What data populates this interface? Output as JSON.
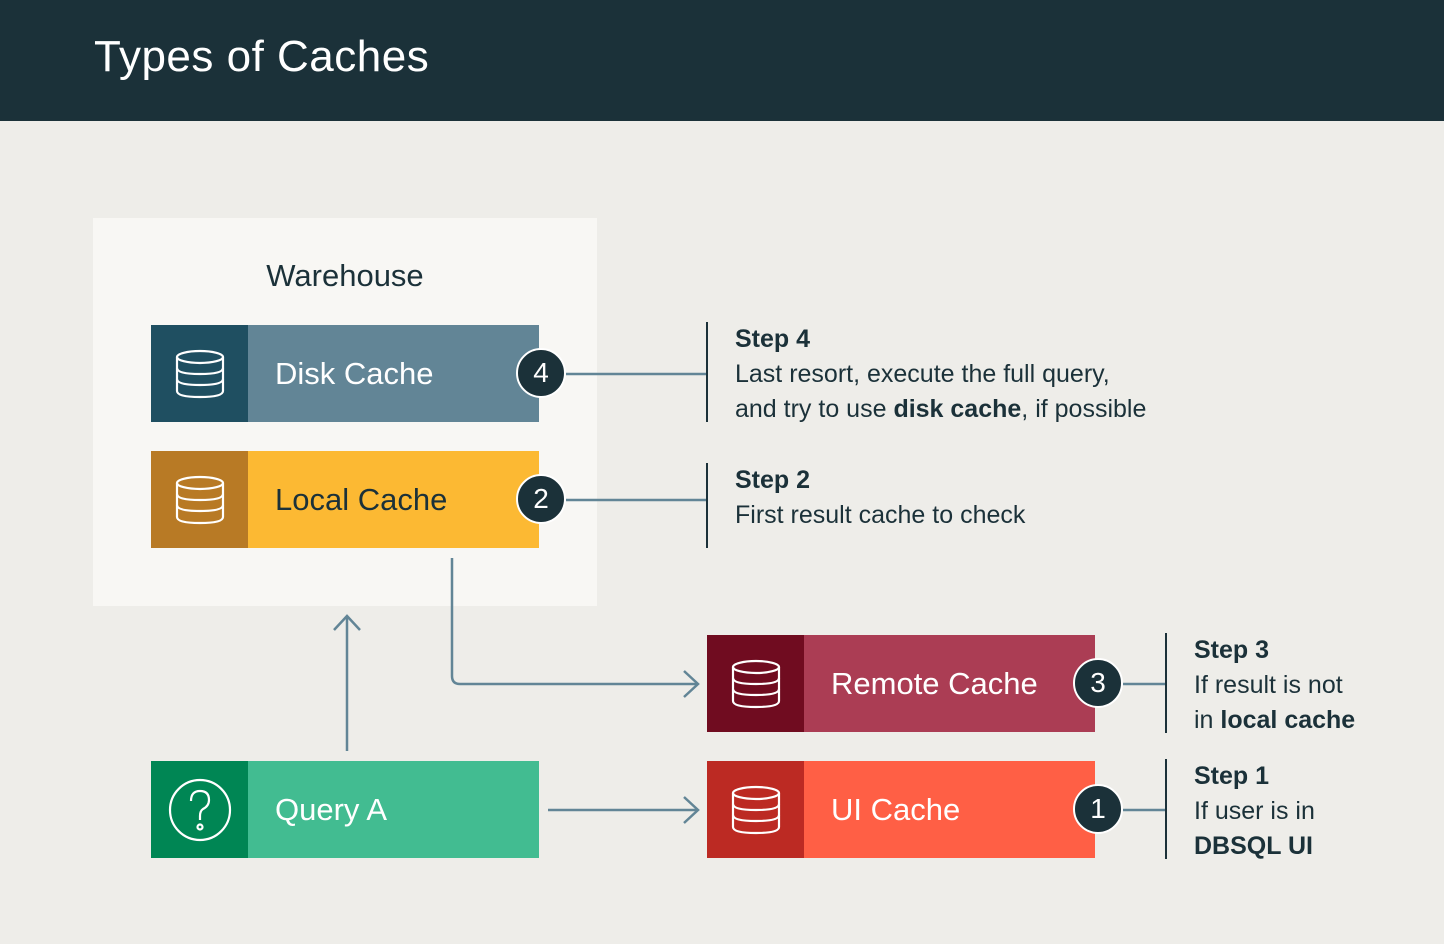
{
  "header": {
    "title": "Types of Caches"
  },
  "warehouse": {
    "title": "Warehouse"
  },
  "caches": {
    "disk": {
      "label": "Disk Cache",
      "badge": "4",
      "icon_color": "#1f4f61",
      "label_color": "#628596"
    },
    "local": {
      "label": "Local Cache",
      "badge": "2",
      "icon_color": "#b87a25",
      "label_color": "#fcb933"
    },
    "remote": {
      "label": "Remote Cache",
      "badge": "3",
      "icon_color": "#700c20",
      "label_color": "#ab3d54"
    },
    "ui": {
      "label": "UI Cache",
      "badge": "1",
      "icon_color": "#bc2a23",
      "label_color": "#ff5f45"
    },
    "query": {
      "label": "Query A",
      "icon_color": "#008654",
      "label_color": "#42bc91"
    }
  },
  "steps": {
    "step4": {
      "title": "Step 4",
      "line1": "Last resort, execute the full query,",
      "line2_pre": "and try to use ",
      "line2_bold": "disk cache",
      "line2_post": ", if possible"
    },
    "step2": {
      "title": "Step 2",
      "line1": "First result cache to check"
    },
    "step3": {
      "title": "Step 3",
      "line1": "If result is not",
      "line2_pre": "in ",
      "line2_bold": "local cache"
    },
    "step1": {
      "title": "Step 1",
      "line1": "If user is in",
      "line2_bold": "DBSQL UI"
    }
  },
  "icons": {
    "cache_icon": "database-icon",
    "query_icon": "question-icon"
  },
  "colors": {
    "header_bg": "#1b3139",
    "page_bg": "#eeede9",
    "connector": "#628596",
    "badge_bg": "#1b3139"
  }
}
